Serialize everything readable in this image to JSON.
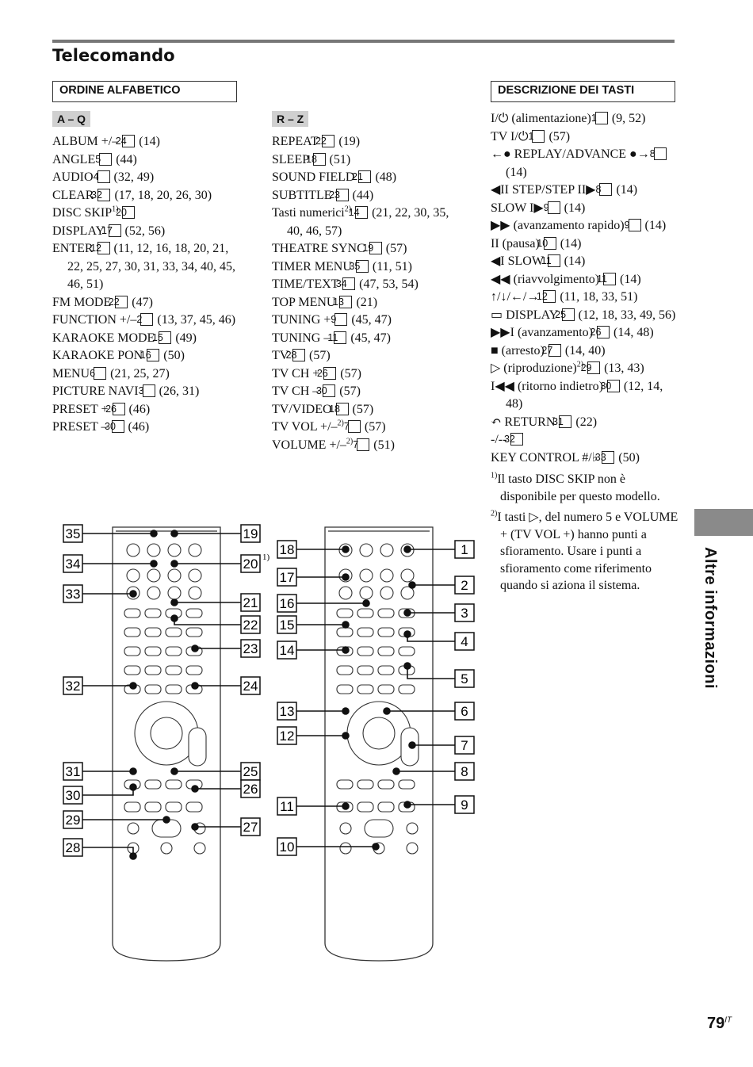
{
  "title": "Telecomando",
  "headers": {
    "alpha": "ORDINE ALFABETICO",
    "desc": "DESCRIZIONE DEI TASTI"
  },
  "ranges": {
    "aq": "A – Q",
    "rz": "R – Z"
  },
  "aq": [
    {
      "t": "ALBUM +/–",
      "n": "24",
      "p": "(14)"
    },
    {
      "t": "ANGLE",
      "n": "5",
      "p": "(44)"
    },
    {
      "t": "AUDIO",
      "n": "4",
      "p": "(32, 49)"
    },
    {
      "t": "CLEAR",
      "n": "32",
      "p": "(17, 18, 20, 26, 30)"
    },
    {
      "t": "DISC SKIP",
      "s": "1)",
      "n": "20",
      "p": ""
    },
    {
      "t": "DISPLAY",
      "n": "17",
      "p": "(52, 56)"
    },
    {
      "t": "ENTER",
      "n": "12",
      "p": "(11, 12, 16, 18, 20, 21, 22, 25, 27, 30, 31, 33, 34, 40, 45, 46, 51)"
    },
    {
      "t": "FM MODE",
      "n": "22",
      "p": "(47)"
    },
    {
      "t": "FUNCTION +/–",
      "n": "2",
      "p": "(13, 37, 45, 46)"
    },
    {
      "t": "KARAOKE MODE",
      "n": "15",
      "p": "(49)"
    },
    {
      "t": "KARAOKE PON",
      "n": "16",
      "p": "(50)"
    },
    {
      "t": "MENU",
      "n": "6",
      "p": "(21, 25, 27)"
    },
    {
      "t": "PICTURE NAVI",
      "n": "3",
      "p": "(26, 31)"
    },
    {
      "t": "PRESET +",
      "n": "26",
      "p": "(46)"
    },
    {
      "t": "PRESET –",
      "n": "30",
      "p": "(46)"
    }
  ],
  "rz": [
    {
      "t": "REPEAT",
      "n": "22",
      "p": "(19)"
    },
    {
      "t": "SLEEP",
      "n": "18",
      "p": "(51)"
    },
    {
      "t": "SOUND FIELD",
      "n": "21",
      "p": "(48)"
    },
    {
      "t": "SUBTITLE",
      "n": "23",
      "p": "(44)"
    },
    {
      "t": "Tasti numerici",
      "s": "2)",
      "n": "14",
      "p": "(21, 22, 30, 35, 40, 46, 57)"
    },
    {
      "t": "THEATRE SYNC",
      "n": "19",
      "p": "(57)"
    },
    {
      "t": "TIMER MENU",
      "n": "35",
      "p": "(11, 51)"
    },
    {
      "t": "TIME/TEXT",
      "n": "34",
      "p": "(47, 53, 54)"
    },
    {
      "t": "TOP MENU",
      "n": "13",
      "p": "(21)"
    },
    {
      "t": "TUNING +",
      "n": "9",
      "p": "(45, 47)"
    },
    {
      "t": "TUNING –",
      "n": "11",
      "p": "(45, 47)"
    },
    {
      "t": "TV",
      "n": "28",
      "p": "(57)"
    },
    {
      "t": "TV CH +",
      "n": "26",
      "p": "(57)"
    },
    {
      "t": "TV CH –",
      "n": "30",
      "p": "(57)"
    },
    {
      "t": "TV/VIDEO",
      "n": "18",
      "p": "(57)"
    },
    {
      "t": "TV VOL +/–",
      "s": "2)",
      "n": "7",
      "p": "(57)"
    },
    {
      "t": "VOLUME +/–",
      "s": "2)",
      "n": "7",
      "p": "(51)"
    }
  ],
  "desc": [
    {
      "t": "I/⏻ (alimentazione)",
      "n": "1",
      "p": "(9, 52)"
    },
    {
      "t": "TV I/⏻",
      "n": "1",
      "p": "(57)"
    },
    {
      "t": "←● REPLAY/ADVANCE ●→",
      "n": "8",
      "p": "(14)"
    },
    {
      "t": "◀II STEP/STEP II▶",
      "n": "8",
      "p": "(14)"
    },
    {
      "t": "SLOW I▶",
      "n": "9",
      "p": "(14)"
    },
    {
      "t": "▶▶ (avanzamento rapido)",
      "n": "9",
      "p": "(14)"
    },
    {
      "t": "II (pausa)",
      "n": "10",
      "p": "(14)"
    },
    {
      "t": "◀I SLOW",
      "n": "11",
      "p": "(14)"
    },
    {
      "t": "◀◀ (riavvolgimento)",
      "n": "11",
      "p": "(14)"
    },
    {
      "t": "↑/↓/←/→",
      "n": "12",
      "p": "(11, 18, 33, 51)"
    },
    {
      "t": "▭ DISPLAY",
      "n": "25",
      "p": "(12, 18, 33, 49, 56)"
    },
    {
      "t": "▶▶I (avanzamento)",
      "n": "26",
      "p": "(14, 48)"
    },
    {
      "t": "■ (arresto)",
      "n": "27",
      "p": "(14, 40)"
    },
    {
      "t": "▷ (riproduzione)",
      "s": "2)",
      "n": "29",
      "p": "(13, 43)"
    },
    {
      "t": "I◀◀ (ritorno indietro)",
      "n": "30",
      "p": "(12, 14, 48)"
    },
    {
      "t": "↶ RETURN",
      "n": "31",
      "p": "(22)"
    },
    {
      "t": "-/--",
      "n": "32",
      "p": ""
    },
    {
      "t": "KEY CONTROL #/♭",
      "n": "33",
      "p": "(50)"
    }
  ],
  "footnotes": [
    {
      "m": "1)",
      "t": "Il tasto DISC SKIP non è disponibile per questo modello."
    },
    {
      "m": "2)",
      "t": "I tasti ▷, del numero 5 e VOLUME + (TV VOL +) hanno punti a sfioramento. Usare i punti a sfioramento come riferimento quando si aziona il sistema."
    }
  ],
  "side_tab": "Altre informazioni",
  "page_number": "79",
  "page_suffix": "IT",
  "callouts_left": {
    "left": [
      "35",
      "34",
      "33",
      "32",
      "31",
      "30",
      "29",
      "28"
    ],
    "right": [
      "19",
      "20",
      "21",
      "22",
      "23",
      "24",
      "25",
      "26",
      "27"
    ],
    "note": "1)"
  },
  "callouts_right": {
    "left": [
      "18",
      "17",
      "16",
      "15",
      "14",
      "13",
      "12",
      "11",
      "10"
    ],
    "right": [
      "1",
      "2",
      "3",
      "4",
      "5",
      "6",
      "7",
      "8",
      "9"
    ]
  }
}
